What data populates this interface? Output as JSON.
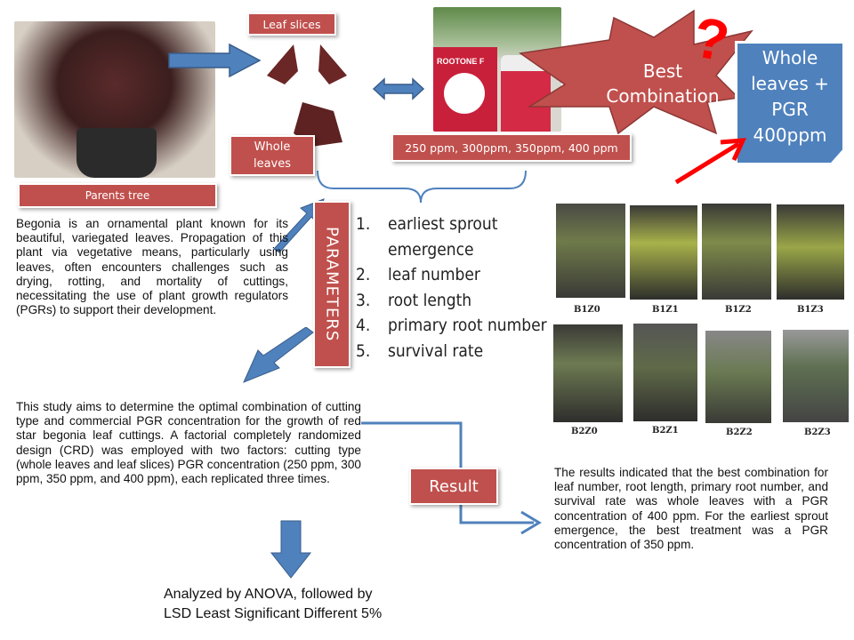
{
  "labels": {
    "parents_tree": "Parents tree",
    "leaf_slices": "Leaf slices",
    "whole_leaves": "Whole leaves",
    "concentrations": "250 ppm, 300ppm,  350ppm,  400 ppm",
    "best_combination": "Best Combination",
    "question_mark": "?",
    "answer": "Whole leaves + PGR 400ppm",
    "parameters": "PARAMETERS",
    "result": "Result",
    "product_brand": "ROOTONE F"
  },
  "parameters": [
    {
      "num": "1.",
      "text": "earliest sprout emergence"
    },
    {
      "num": "2.",
      "text": "leaf number"
    },
    {
      "num": "3.",
      "text": "root length"
    },
    {
      "num": "4.",
      "text": "primary root number"
    },
    {
      "num": "5.",
      "text": "survival rate"
    }
  ],
  "intro_text": "Begonia is an ornamental plant known for its beautiful, variegated leaves. Propagation of this plant via vegetative means, particularly using leaves, often encounters challenges such as drying, rotting, and mortality of cuttings, necessitating the use of plant growth regulators (PGRs) to support their development.",
  "aim_text": "This study aims to determine the optimal combination of cutting type and commercial PGR concentration for the growth of red star begonia leaf cuttings. A factorial completely randomized design (CRD) was employed with two factors: cutting type (whole leaves and leaf slices) PGR concentration (250 ppm, 300 ppm, 350 ppm, and 400 ppm), each replicated three times.",
  "analysis_text_1": "Analyzed by ANOVA, followed by",
  "analysis_text_2": "LSD Least Significant Different 5%",
  "result_text": "The results indicated that the best combination for leaf number, root length, primary root number, and survival rate was whole leaves with a PGR concentration of 400 ppm. For the earliest sprout emergence, the best treatment was a PGR concentration of 350 ppm.",
  "treatments": [
    "B1Z0",
    "B1Z1",
    "B1Z2",
    "B1Z3",
    "B2Z0",
    "B2Z1",
    "B2Z2",
    "B2Z3"
  ],
  "colors": {
    "red_box": "#c0504d",
    "blue": "#4f81bd",
    "arrow_red": "#ff0000"
  }
}
